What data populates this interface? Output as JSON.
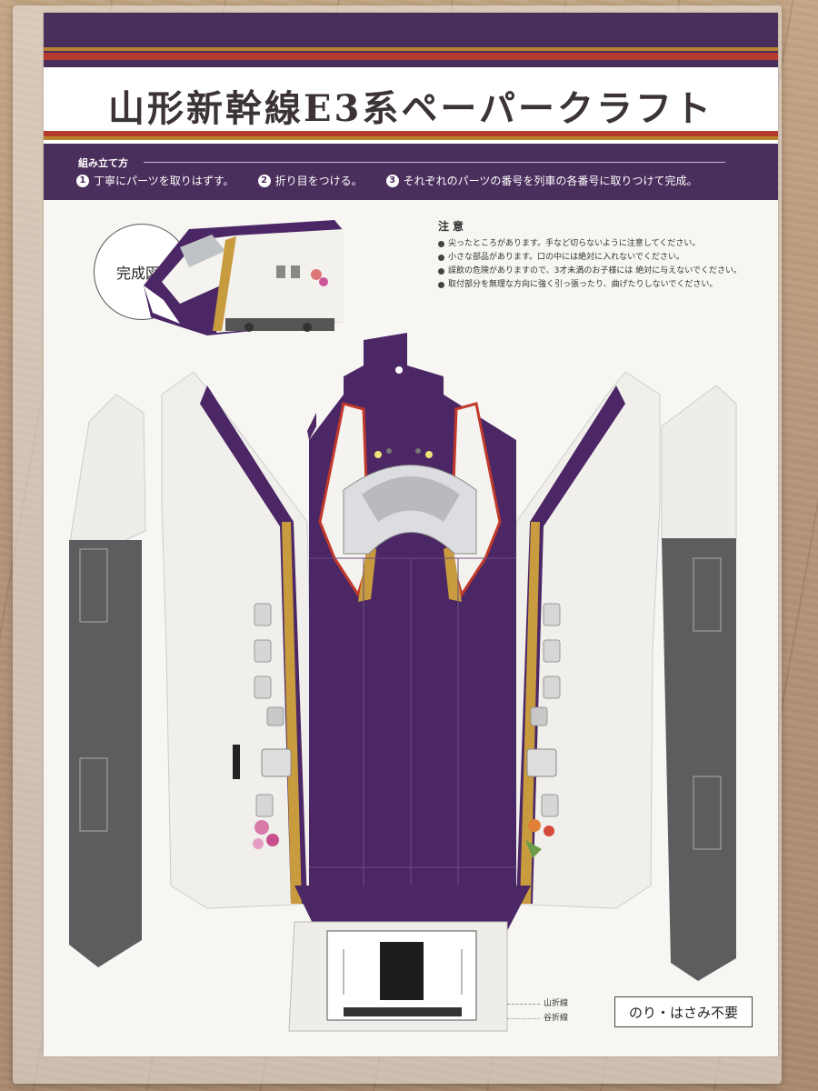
{
  "title": "山形新幹線E3系ペーパークラフト",
  "instructions": {
    "heading": "組み立て方",
    "steps": [
      {
        "num": "1",
        "text": "丁寧にパーツを取りはずす。"
      },
      {
        "num": "2",
        "text": "折り目をつける。"
      },
      {
        "num": "3",
        "text": "それぞれのパーツの番号を列車の各番号に取りつけて完成。"
      }
    ]
  },
  "completed_label": "完成図",
  "caution": {
    "title": "注意",
    "items": [
      "尖ったところがあります。手など切らないように注意してください。",
      "小さな部品があります。口の中には絶対に入れないでください。",
      "誤飲の危険がありますので、3才未満のお子様には 絶対に与えないでください。",
      "取付部分を無理な方向に強く引っ張ったり、曲げたりしないでください。"
    ]
  },
  "fold_legend": {
    "mountain": "山折線",
    "valley": "谷折線"
  },
  "no_tools": "のり・はさみ不要",
  "colors": {
    "purple": "#4a2e5c",
    "train_purple": "#4b2765",
    "gold": "#c79b3e",
    "red": "#c0392b",
    "grey": "#5d5d60"
  }
}
